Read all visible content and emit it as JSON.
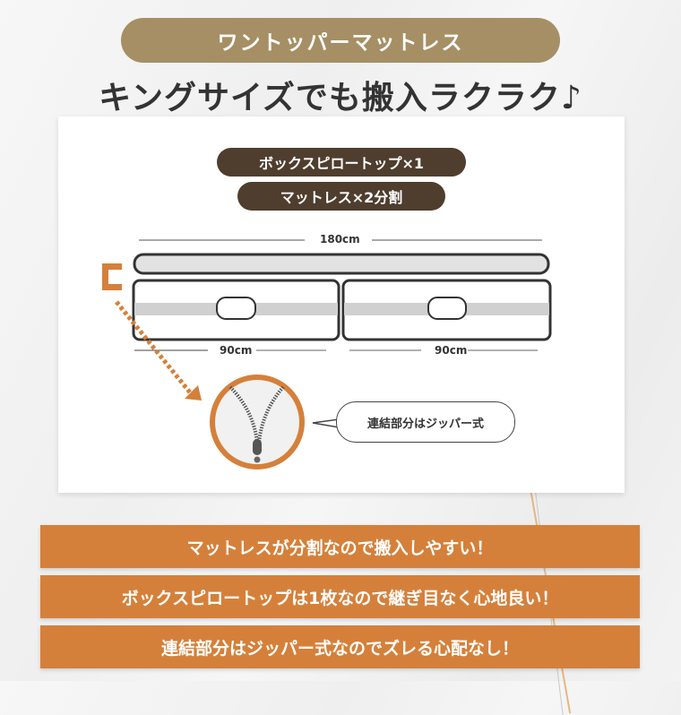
{
  "header": {
    "title_pill": "ワントッパーマットレス",
    "headline": "キングサイズでも搬入ラクラク♪"
  },
  "diagram": {
    "labels": {
      "topper": "ボックスピロートップ×1",
      "mattress": "マットレス×2分割"
    },
    "dimensions": {
      "total": "180cm",
      "left": "90cm",
      "right": "90cm"
    },
    "callout": "連結部分はジッパー式",
    "icons": [
      "bracket-marker-icon",
      "dotted-arrow-icon",
      "zipper-icon"
    ],
    "colors": {
      "accent_orange": "#d5803a",
      "dark_brown": "#4f3e2e",
      "gold": "#a68f64"
    }
  },
  "features": [
    "マットレスが分割なので搬入しやすい！",
    "ボックスピロートップは1枚なので継ぎ目なく心地良い！",
    "連結部分はジッパー式なのでズレる心配なし！"
  ]
}
